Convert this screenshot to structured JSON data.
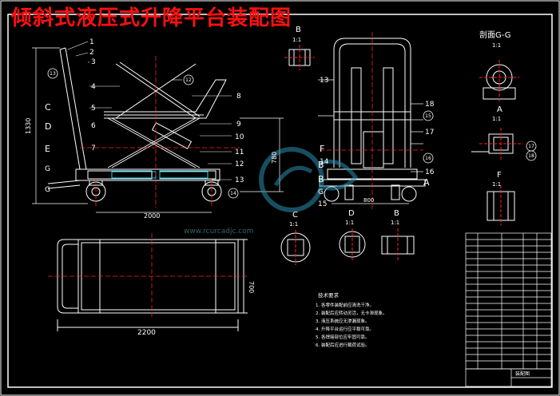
{
  "title": "倾斜式液压式升降平台装配图",
  "watermark": "www.rcurcadjc.com",
  "colors": {
    "background": "#000000",
    "line": "#ffffff",
    "title": "#ff1010",
    "centerline": "#ff2020",
    "cyan": "#00e0ff",
    "magenta": "#ff40ff",
    "yellow": "#ffff00"
  },
  "views": {
    "section_b_label": "B",
    "section_b_scale": "1:1",
    "section_gg_label": "剖面G-G",
    "section_gg_scale": "1:1",
    "section_a_label": "A",
    "section_a_scale": "1:1",
    "section_f_label": "F",
    "section_f_scale": "1:1",
    "section_c_label": "C",
    "section_c_scale": "1:1",
    "section_d_label": "D",
    "section_d_scale": "1:1",
    "section_e_label": "B",
    "section_e_scale": "1:1"
  },
  "dimensions": {
    "height_left": "1330",
    "span_2000": "2000",
    "height_780": "780",
    "width_2200": "2200",
    "depth_700": "700",
    "front_800": "800"
  },
  "side_labels": [
    "D",
    "E",
    "C",
    "G",
    "G"
  ],
  "front_labels": [
    "F",
    "B",
    "B",
    "G",
    "A"
  ],
  "part_numbers_side": [
    "1",
    "2",
    "3",
    "4",
    "5",
    "6",
    "7",
    "8",
    "9",
    "10",
    "11",
    "12",
    "13"
  ],
  "part_numbers_front": [
    "13",
    "14",
    "15",
    "16",
    "17",
    "18"
  ],
  "circled_numbers": [
    "13",
    "12",
    "14",
    "15",
    "16",
    "17",
    "18"
  ],
  "notes": {
    "heading": "技术要求",
    "items": [
      "1. 各零件装配前应清洗干净。",
      "2. 装配后应转动灵活，无卡滞现象。",
      "3. 液压系统应无渗漏现象。",
      "4. 升降平台运行应平稳可靠。",
      "5. 各焊接部位应牢固可靠。",
      "6. 装配后应进行载荷试验。"
    ]
  },
  "title_block": {
    "name": "装配图"
  }
}
